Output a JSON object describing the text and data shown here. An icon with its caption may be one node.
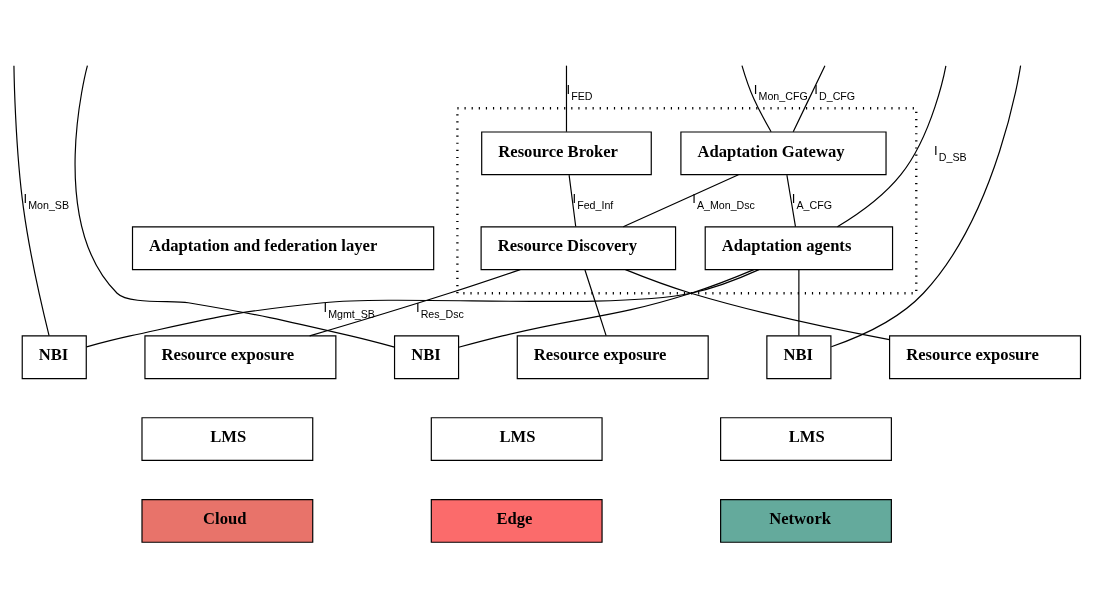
{
  "diagram": {
    "nodes": [
      {
        "text": [],
        "shape": "box"
      },
      {
        "text": [
          "Adaptation Gateway"
        ],
        "in": 0
      },
      {
        "text": [
          "Resource Broker"
        ],
        "in": 0
      },
      {
        "text": [
          "Adaptation agents"
        ],
        "in": 0
      },
      {
        "text": [
          "Resource Discovery"
        ],
        "in": 0
      },
      {
        "text": [
          "Adaptation and federation layer"
        ]
      },
      {
        "text": [
          "NBI"
        ]
      },
      {
        "text": [
          "Resource exposure"
        ]
      },
      {
        "text": [
          "LMS"
        ]
      },
      {
        "text": [
          "Cloud"
        ]
      },
      {
        "text": [
          "NBI"
        ]
      },
      {
        "text": [
          "Resource exposure"
        ]
      },
      {
        "text": [
          "LMS"
        ]
      },
      {
        "text": [
          "Edge"
        ]
      },
      {
        "text": [
          "NBI"
        ]
      },
      {
        "text": [
          "Resource exposure"
        ]
      },
      {
        "text": [
          "LMS"
        ]
      },
      {
        "text": [
          "Network"
        ]
      }
    ],
    "edges": [
      {
        "from": null,
        "to": 3,
        "arrow": "none",
        "label": "I$_{D_SB}$"
      },
      {
        "from": null,
        "to": 1,
        "arrow": "none",
        "label": "I$_{D_CFG}$"
      },
      {
        "from": null,
        "to": 1,
        "arrow": "none",
        "label": "I$_{Mon_CFG}$"
      },
      {
        "from": null,
        "to": 2,
        "arrow": "none",
        "label": "I$_{FED}$"
      },
      {
        "from": 1,
        "to": 3,
        "arrow": "none",
        "label": "I$_{A_CFG}$"
      },
      {
        "from": 1,
        "to": 4,
        "arrow": "none",
        "label": "I$_{A_Mon_Dsc}$"
      },
      {
        "from": 2,
        "to": 4,
        "arrow": "none",
        "label": "I$_{Fed_Inf}$"
      },
      {
        "from": null,
        "to": 6,
        "arrow": "none",
        "label": "I$_{Mon_SB}$"
      },
      {
        "from": null,
        "to": 10,
        "arrow": "none"
      },
      {
        "from": null,
        "to": 14,
        "arrow": "none"
      },
      {
        "from": 3,
        "to": 6,
        "arrow": "none",
        "label": "I$_{Mgmt_SB}$"
      },
      {
        "from": 3,
        "to": 10,
        "arrow": "none"
      },
      {
        "from": 3,
        "to": 14,
        "arrow": "none"
      },
      {
        "from": 4,
        "to": 7,
        "arrow": "none",
        "label": "I$_{Res_Dsc}$"
      },
      {
        "from": 4,
        "to": 11,
        "arrow": "none"
      },
      {
        "from": 4,
        "to": 15,
        "arrow": "none"
      }
    ]
  }
}
